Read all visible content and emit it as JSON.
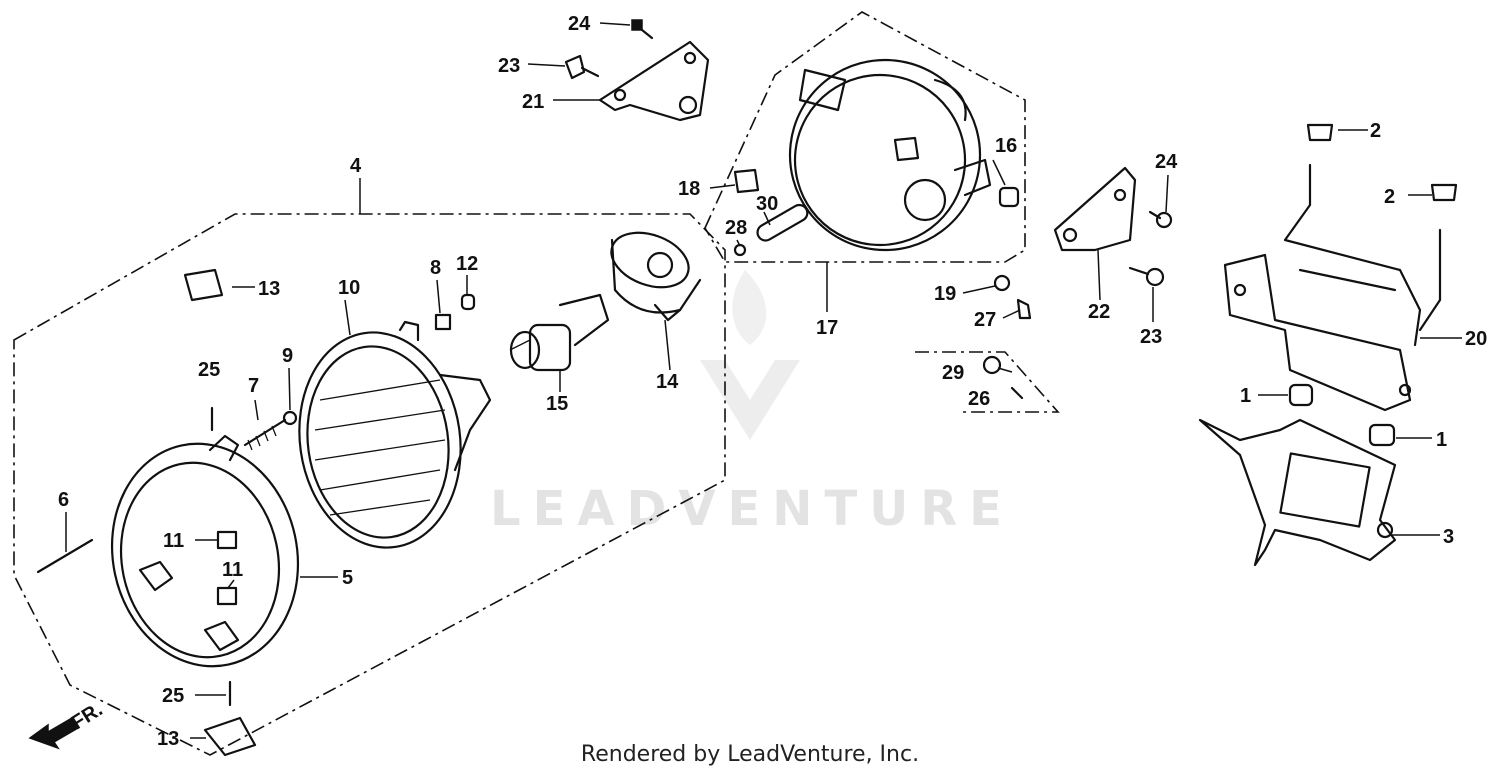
{
  "diagram": {
    "watermark": "LEADVENTURE",
    "direction_label": "FR.",
    "footer": "Rendered by LeadVenture, Inc.",
    "callouts": [
      "1",
      "1",
      "2",
      "2",
      "3",
      "4",
      "5",
      "6",
      "7",
      "8",
      "9",
      "10",
      "11",
      "11",
      "12",
      "13",
      "13",
      "14",
      "15",
      "16",
      "17",
      "18",
      "19",
      "20",
      "21",
      "22",
      "23",
      "23",
      "24",
      "24",
      "25",
      "25",
      "26",
      "27",
      "28",
      "29",
      "30"
    ]
  }
}
